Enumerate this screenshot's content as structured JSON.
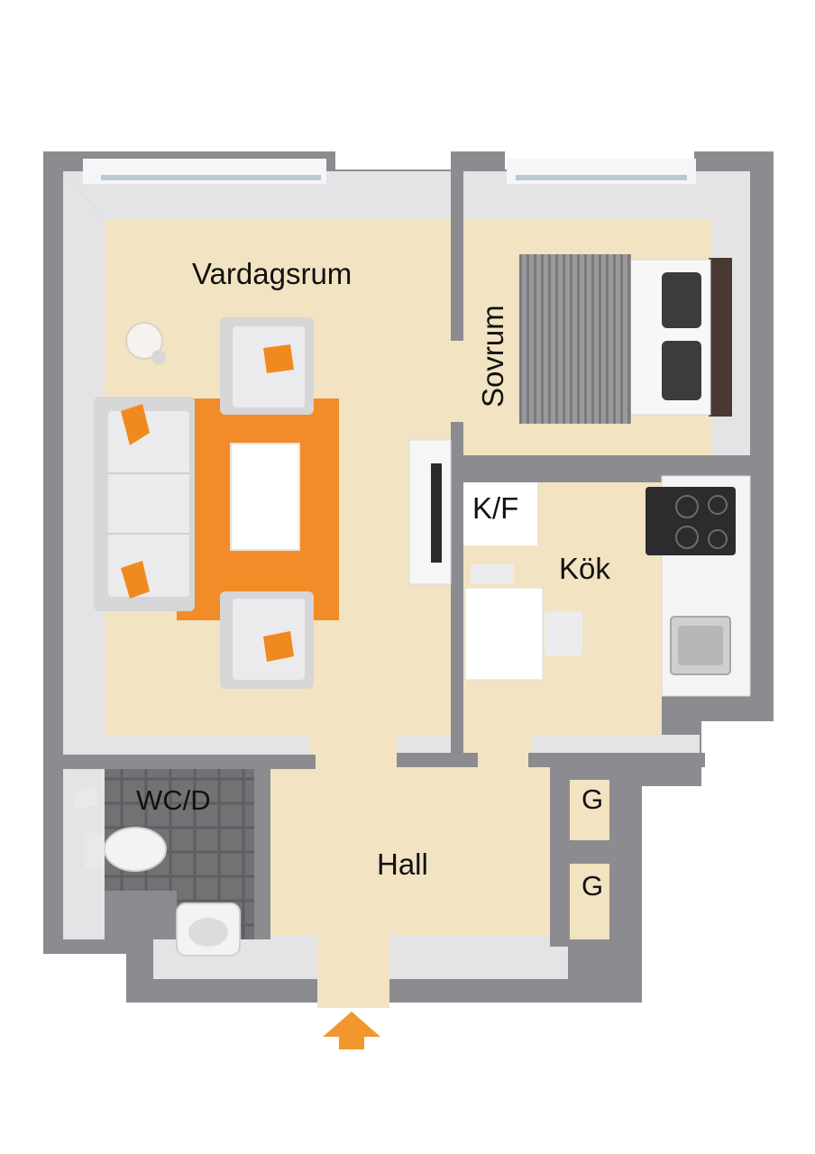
{
  "floorplan": {
    "rooms": {
      "vardagsrum": "Vardagsrum",
      "sovrum": "Sovrum",
      "kf": "K/F",
      "kok": "Kök",
      "wcd": "WC/D",
      "hall": "Hall",
      "g1": "G",
      "g2": "G"
    },
    "colors": {
      "floor": "#f2e3c2",
      "wall": "#8c8c90",
      "wall_inner": "#e4e4e6",
      "rug": "#f28c28",
      "pillow": "#f08a1e",
      "tile": "#6a6a6c",
      "entrance_arrow": "#f2962e"
    },
    "icons": {
      "entrance": "entrance-arrow-icon"
    }
  }
}
